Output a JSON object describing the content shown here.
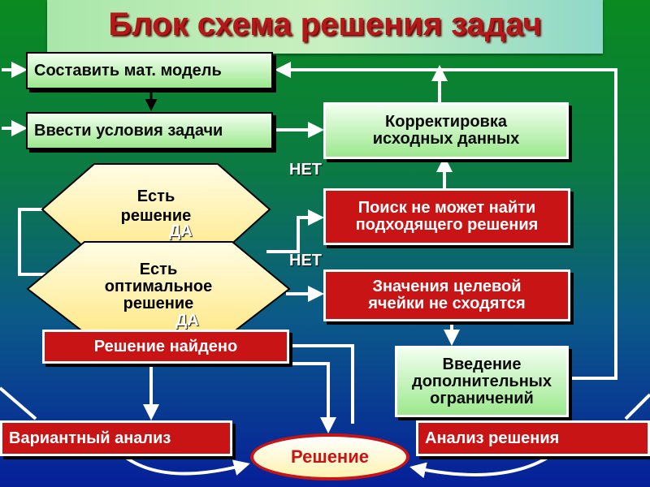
{
  "title": "Блок схема решения задач",
  "nodes": {
    "make_model": "Составить мат. модель",
    "enter_conditions": "Ввести условия задачи",
    "correct_data_line1": "Корректировка",
    "correct_data_line2": "исходных данных",
    "search_fail_line1": "Поиск не может найти",
    "search_fail_line2": "подходящего решения",
    "has_solution_line1": "Есть",
    "has_solution_line2": "решение",
    "has_optimal_line1": "Есть",
    "has_optimal_line2": "оптимальное",
    "has_optimal_line3": "решение",
    "not_converge_line1": "Значения целевой",
    "not_converge_line2": "ячейки не сходятся",
    "found": "Решение найдено",
    "constraints_line1": "Введение",
    "constraints_line2": "дополнительных",
    "constraints_line3": "ограничений",
    "variant_analysis": "Вариантный анализ",
    "solution": "Решение",
    "analysis": "Анализ решения"
  },
  "labels": {
    "no_1": "НЕТ",
    "yes_1": "ДА",
    "no_2": "НЕТ",
    "yes_2": "ДА"
  },
  "colors": {
    "title_text": "#b51818",
    "red_box": "#c81414",
    "green_box": "#9be88d",
    "hexagon": "#fff6b8"
  }
}
